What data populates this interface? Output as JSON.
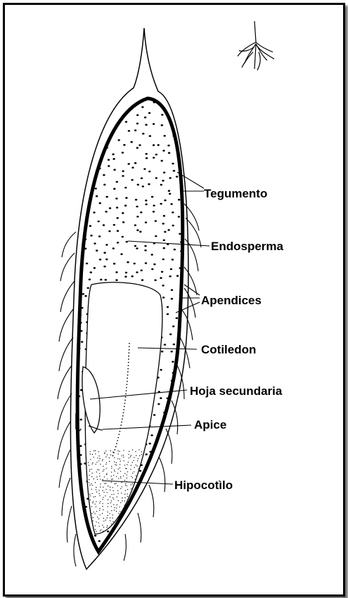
{
  "diagram": {
    "labels": {
      "tegumento": "Tegumento",
      "endosperma": "Endosperma",
      "apendices": "Apendices",
      "cotiledon": "Cotiledon",
      "hoja_secundaria": "Hoja secundaria",
      "apice": "Apice",
      "hipocotilo": "Hipocotìlo"
    },
    "colors": {
      "ink": "#000000",
      "background": "#ffffff"
    }
  }
}
